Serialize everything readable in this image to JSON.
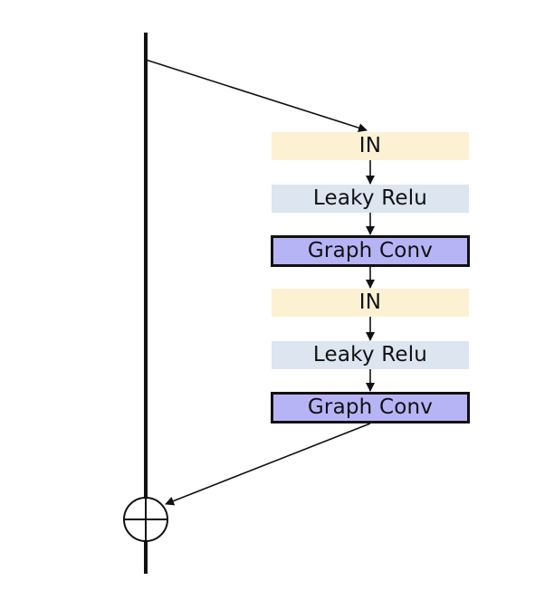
{
  "diagram": {
    "blocks": [
      {
        "label": "IN",
        "kind": "instance-norm",
        "color": "#fdf1d4"
      },
      {
        "label": "Leaky Relu",
        "kind": "activation",
        "color": "#dde5f1"
      },
      {
        "label": "Graph Conv",
        "kind": "graph-convolution",
        "color": "#b7b4f6"
      },
      {
        "label": "IN",
        "kind": "instance-norm",
        "color": "#fdf1d4"
      },
      {
        "label": "Leaky Relu",
        "kind": "activation",
        "color": "#dde5f1"
      },
      {
        "label": "Graph Conv",
        "kind": "graph-convolution",
        "color": "#b7b4f6"
      }
    ],
    "skip_connection": "identity",
    "merge_icon": "circle-plus-icon",
    "line_color": "#111111"
  }
}
